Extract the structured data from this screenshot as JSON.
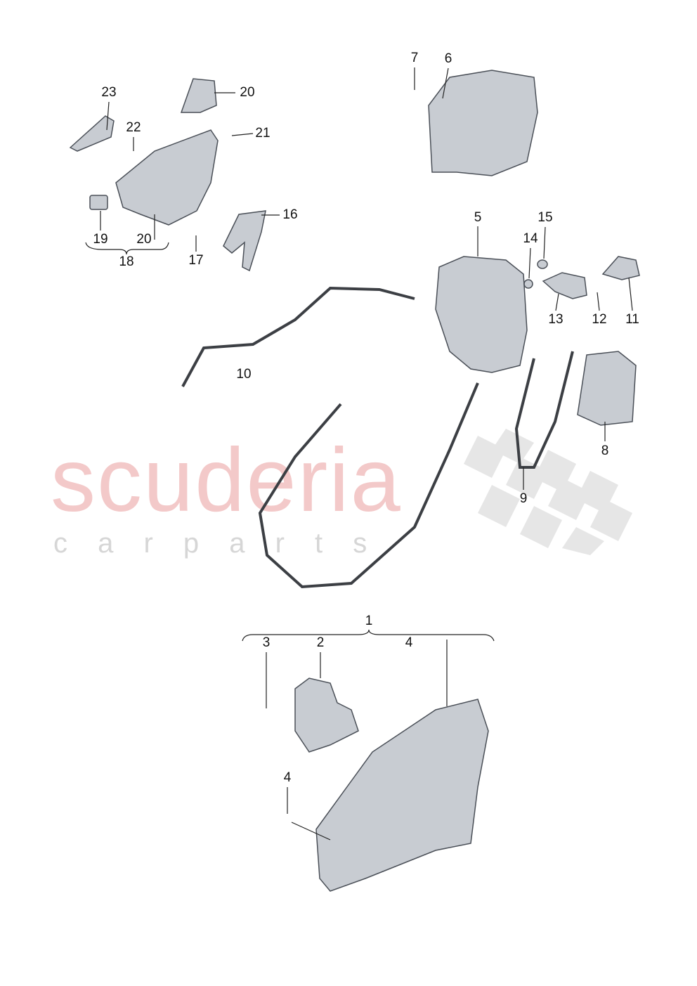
{
  "watermark": {
    "brand": "scuderia",
    "tagline": "c a r p a r t s"
  },
  "colors": {
    "part_fill": "#c8ccd2",
    "part_stroke": "#4a4f57",
    "watermark_brand": "#f3c9c9",
    "watermark_checker": "#e4e4e4"
  },
  "callouts": [
    "23",
    "20",
    "22",
    "21",
    "19",
    "20",
    "18",
    "16",
    "17",
    "7",
    "6",
    "5",
    "15",
    "14",
    "13",
    "12",
    "11",
    "10",
    "8",
    "9",
    "1",
    "3",
    "2",
    "4",
    "4"
  ]
}
